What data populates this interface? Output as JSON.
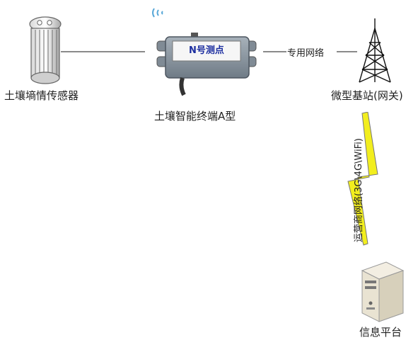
{
  "diagram": {
    "sensor": {
      "label": "土壤墒情传感器",
      "icon": "soil-sensor-icon"
    },
    "terminal": {
      "label": "土壤智能终端A型",
      "box_text": "N号测点",
      "icon": "terminal-box-icon"
    },
    "tower": {
      "label": "微型基站(网关)",
      "icon": "radio-tower-icon"
    },
    "server": {
      "label": "信息平台",
      "icon": "server-icon"
    },
    "links": {
      "private_network": "专用网络",
      "carrier_network": "运营商网络(3G\\4G\\WiFi)"
    },
    "colors": {
      "line": "#444444",
      "lightning_fill": "#f2ee1e",
      "terminal_body": "#7f8a94",
      "server_body": "#e9e3d2"
    }
  }
}
